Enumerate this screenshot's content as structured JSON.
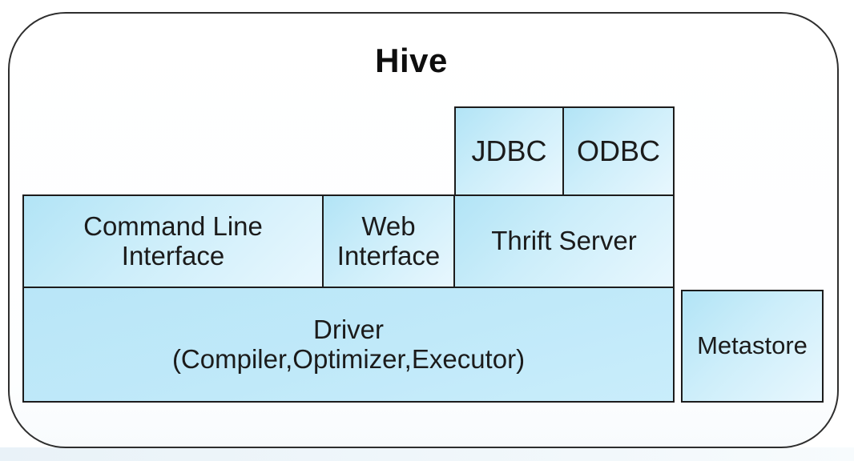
{
  "diagram": {
    "title": "Hive",
    "boxes": {
      "jdbc": {
        "label": "JDBC"
      },
      "odbc": {
        "label": "ODBC"
      },
      "cli": {
        "line1": "Command Line",
        "line2": "Interface"
      },
      "web": {
        "line1": "Web",
        "line2": "Interface"
      },
      "thrift": {
        "label": "Thrift Server"
      },
      "driver": {
        "line1": "Driver",
        "line2": "(Compiler,Optimizer,Executor)"
      },
      "metastore": {
        "label": "Metastore"
      }
    },
    "colors": {
      "box_fill_start": "#b2e4f6",
      "box_fill_end": "#e8f7fe",
      "driver_fill_start": "#b9e6f8",
      "driver_fill_end": "#c9edfb",
      "box_border": "#1c1c1c",
      "outer_border": "#2e2e2e",
      "text": "#1b1b1b",
      "footer_strip": "#e9f2f8"
    }
  }
}
